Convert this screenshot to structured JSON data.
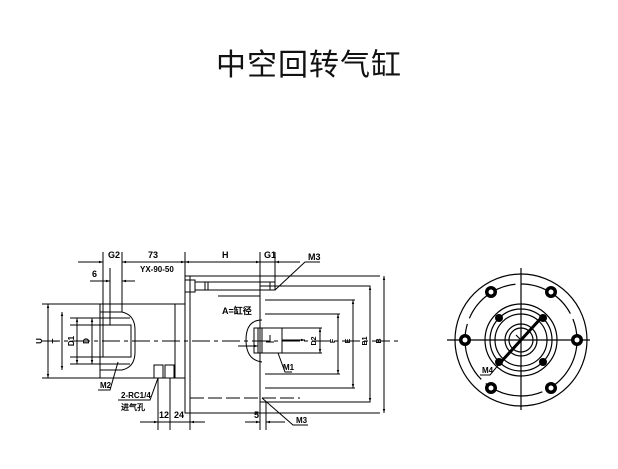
{
  "drawing": {
    "title": "中空回转气缸",
    "side_view": {
      "top_dims": {
        "G2": "G2",
        "d73": "73",
        "d6": "6",
        "H": "H",
        "G1": "G1",
        "M3_top": "M3"
      },
      "model_label": "YX-90-50",
      "bore_label": "A=缸径",
      "left_dims": [
        "U",
        "T",
        "D1",
        "D"
      ],
      "right_dims": [
        "D2",
        "F",
        "E",
        "B1",
        "B"
      ],
      "callouts": {
        "M2": "M2",
        "M1": "M1",
        "M3_bottom": "M3",
        "port": "2-RC1/4",
        "port_desc": "进气孔"
      },
      "bottom_dims": {
        "d12": "12",
        "d24": "24",
        "d5": "5"
      }
    },
    "front_view": {
      "callout": "M4"
    }
  }
}
